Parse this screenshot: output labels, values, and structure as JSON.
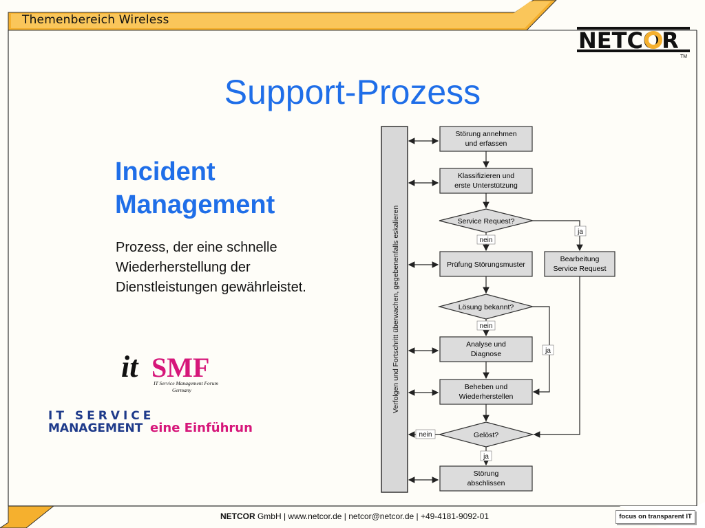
{
  "header": {
    "title": "Themenbereich Wireless"
  },
  "logo": {
    "brand": "NETCOR",
    "tm": "TM"
  },
  "slide": {
    "title": "Support-Prozess",
    "section_title_line1": "Incident",
    "section_title_line2": "Management",
    "body": "Prozess, der eine schnelle Wiederherstellung der Dienstleistungen gewährleistet."
  },
  "itsmf_logo": {
    "it": "it",
    "smf": "SMF",
    "line1": "IT Service Management Forum",
    "line2": "Germany"
  },
  "book_logo": {
    "line1": "IT SERVICE",
    "line2": "MANAGEMENT",
    "subtitle": "eine Einführung"
  },
  "diagram": {
    "sidebar_label": "Verfolgen und Fortschritt überwachen, gegebenenfalls eskalieren",
    "boxes": [
      {
        "line1": "Störung annehmen",
        "line2": "und erfassen"
      },
      {
        "line1": "Klassifizieren und",
        "line2": "erste Unterstützung"
      },
      {
        "line1": "Prüfung Störungsmuster",
        "line2": ""
      },
      {
        "line1": "Analyse und",
        "line2": "Diagnose"
      },
      {
        "line1": "Beheben und",
        "line2": "Wiederherstellen"
      },
      {
        "line1": "Störung",
        "line2": "abschlissen"
      },
      {
        "line1": "Bearbeitung",
        "line2": "Service Request"
      }
    ],
    "decisions": [
      "Service Request?",
      "Lösung bekannt?",
      "Gelöst?"
    ],
    "labels": {
      "nein": "nein",
      "ja": "ja"
    }
  },
  "footer": {
    "company": "NETCOR",
    "rest": " GmbH  | www.netcor.de | netcor@netcor.de | +49-4181-9092-01",
    "badge": "focus on transparent IT"
  },
  "colors": {
    "accent_orange": "#f5b02e",
    "title_blue": "#1f6ee8",
    "box_gray": "#dcdcdc"
  }
}
